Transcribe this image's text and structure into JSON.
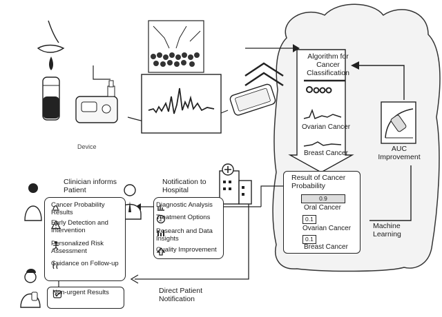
{
  "device_label": "Device",
  "algorithm": {
    "title": "Algorithm for Cancer Classification",
    "ovarian_label": "Ovarian Cancer",
    "breast_label": "Breast Cancer"
  },
  "auc_label": "AUC Improvement",
  "machine_learning_label": "Machine Learning",
  "result": {
    "title": "Result of Cancer Probability",
    "entries": [
      {
        "value": "0.9",
        "label": "Oral Cancer"
      },
      {
        "value": "0.1",
        "label": "Ovarian Cancer"
      },
      {
        "value": "0.1",
        "label": "Breast Cancer"
      }
    ]
  },
  "hospital": {
    "title": "Notification to Hospital",
    "items": [
      {
        "label": "Diagnostic Analysis",
        "icon": "bar-chart-icon"
      },
      {
        "label": "Treatment Options",
        "icon": "number-2-icon"
      },
      {
        "label": "Research and Data Insights",
        "icon": "data-bars-icon"
      },
      {
        "label": "Quality Improvement",
        "icon": "up-arrow-icon"
      }
    ]
  },
  "clinician": {
    "title": "Clinician informs Patient",
    "items": [
      {
        "label": "Cancer Probability Results",
        "icon": "graph-icon"
      },
      {
        "label": "Early Detection and Intervention",
        "icon": "warning-icon"
      },
      {
        "label": "Personalized Risk Assessment",
        "icon": "person-icon"
      },
      {
        "label": "Guidance on Follow-up",
        "icon": "wave-icon"
      }
    ]
  },
  "non_urgent_label": "Non-urgent Results",
  "direct_label": "Direct Patient Notification"
}
